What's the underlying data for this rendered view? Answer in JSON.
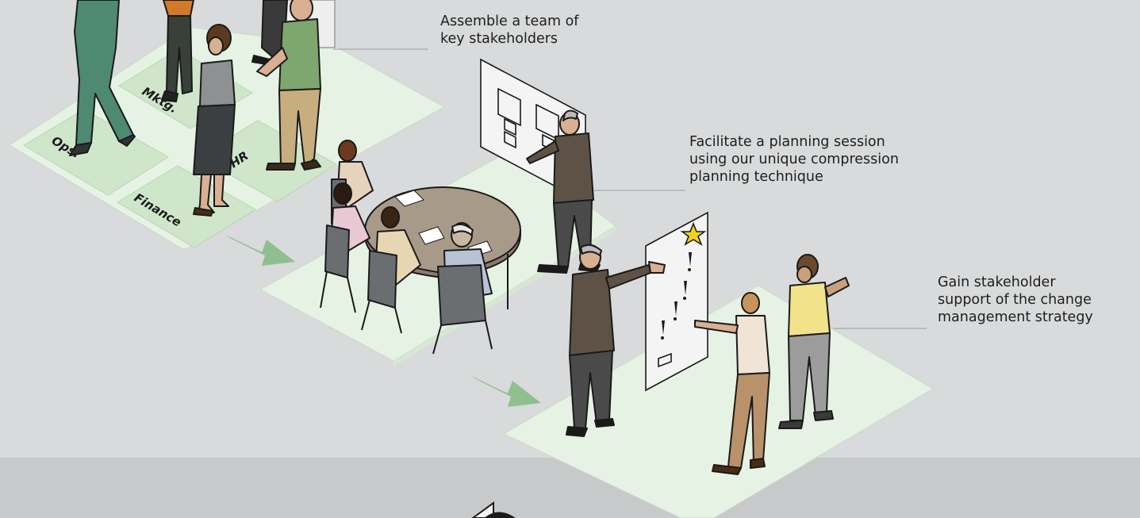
{
  "steps": [
    {
      "lines": [
        "Assemble a team of",
        "key stakeholders"
      ]
    },
    {
      "lines": [
        "Facilitate a planning session",
        "using our unique compression",
        "planning technique"
      ]
    },
    {
      "lines": [
        "Gain stakeholder",
        "support of the change",
        "management strategy"
      ]
    }
  ],
  "departments": [
    "Mktg.",
    "Ops.",
    "HR",
    "Finance"
  ],
  "colors": {
    "background": "#d9dadb",
    "footer_band": "#c8c9ca",
    "platform": "#e6f2e4",
    "tile": "#cfe6cb",
    "arrow": "#8fbf8f",
    "star": "#f3d21d"
  },
  "icons": [
    "flow-arrow-icon",
    "star-icon",
    "exclamation-icon"
  ]
}
